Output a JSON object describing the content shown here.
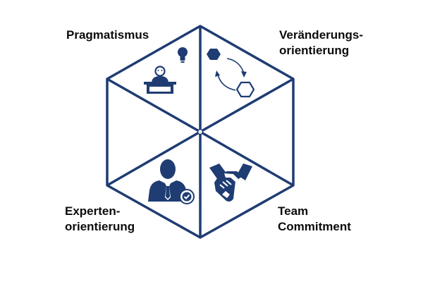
{
  "diagram": {
    "segments": [
      {
        "id": "pragmatismus",
        "lines": [
          "Pragmatismus"
        ],
        "icon": "desk-lightbulb-icon"
      },
      {
        "id": "veraenderung",
        "lines": [
          "Veränderungs-",
          "orientierung"
        ],
        "icon": "hexagon-cycle-icon"
      },
      {
        "id": "experten",
        "lines": [
          "Experten-",
          "orientierung"
        ],
        "icon": "expert-person-checkmark-icon"
      },
      {
        "id": "team",
        "lines": [
          "Team",
          "Commitment"
        ],
        "icon": "handshake-icon"
      }
    ],
    "colors": {
      "stroke": "#1f3c73",
      "icon": "#1f3c73",
      "text": "#0b0b0b",
      "background": "#ffffff"
    }
  }
}
